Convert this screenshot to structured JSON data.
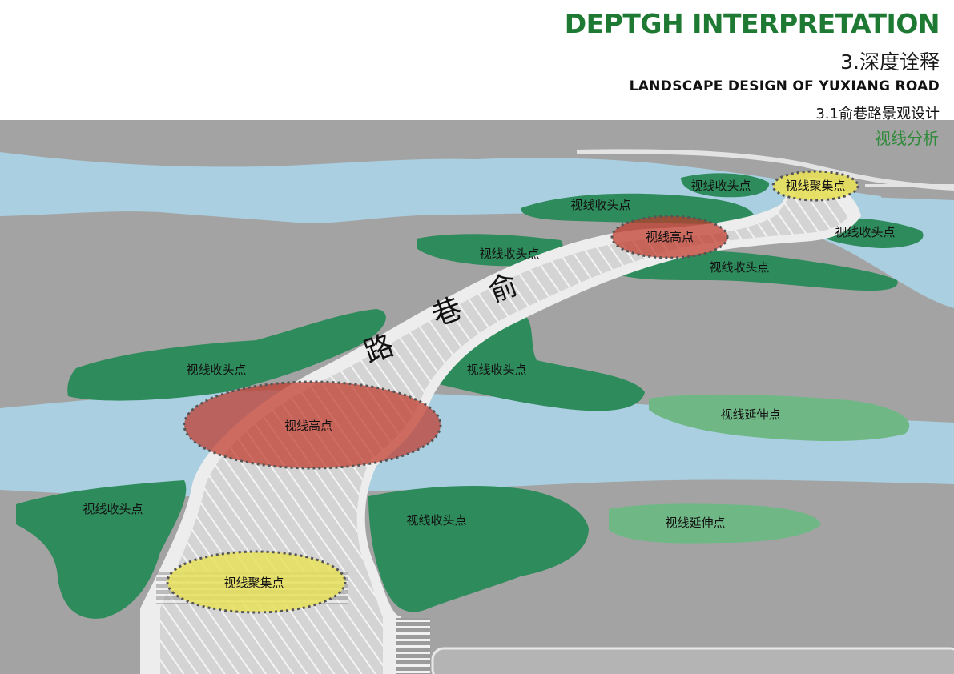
{
  "header": {
    "title_en": "DEPTGH INTERPRETATION",
    "title_cn": "3.深度诠释",
    "subtitle_en": "LANDSCAPE DESIGN OF YUXIANG ROAD",
    "subtitle_cn": "3.1俞巷路景观设计",
    "section": "视线分析"
  },
  "road_name": [
    "俞",
    "巷",
    "路"
  ],
  "labels": {
    "focus_top": "视线聚集点",
    "focus_bottom": "视线聚集点",
    "high_top": "视线高点",
    "high_center": "视线高点",
    "end_1": "视线收头点",
    "end_2": "视线收头点",
    "end_3": "视线收头点",
    "end_4": "视线收头点",
    "end_5": "视线收头点",
    "end_6": "视线收头点",
    "end_7": "视线收头点",
    "end_8": "视线收头点",
    "end_9": "视线收头点",
    "extend_1": "视线延伸点",
    "extend_2": "视线延伸点"
  },
  "colors": {
    "title_green": "#1e7a33",
    "section_green": "#2f8a3a",
    "water": "#a9cfe0",
    "ground": "#a3a3a3",
    "zone_green": "#2e8b5c",
    "zone_light_green": "#6fb886",
    "highpoint_red": "#c0392b",
    "focus_yellow": "#e8e05a"
  }
}
